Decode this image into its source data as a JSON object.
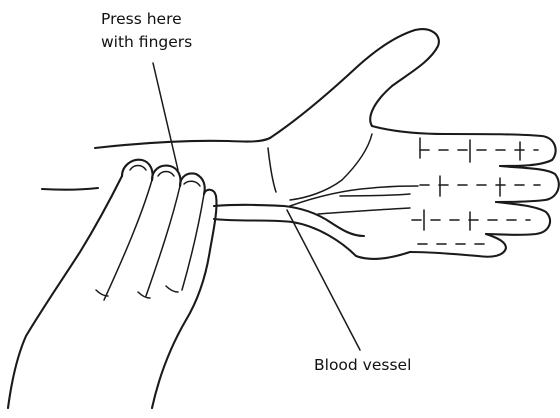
{
  "labels": {
    "press_line1": "Press here",
    "press_line2": "with fingers",
    "vessel": "Blood vessel"
  },
  "colors": {
    "ink": "#1a1a1a",
    "background": "#ffffff"
  }
}
